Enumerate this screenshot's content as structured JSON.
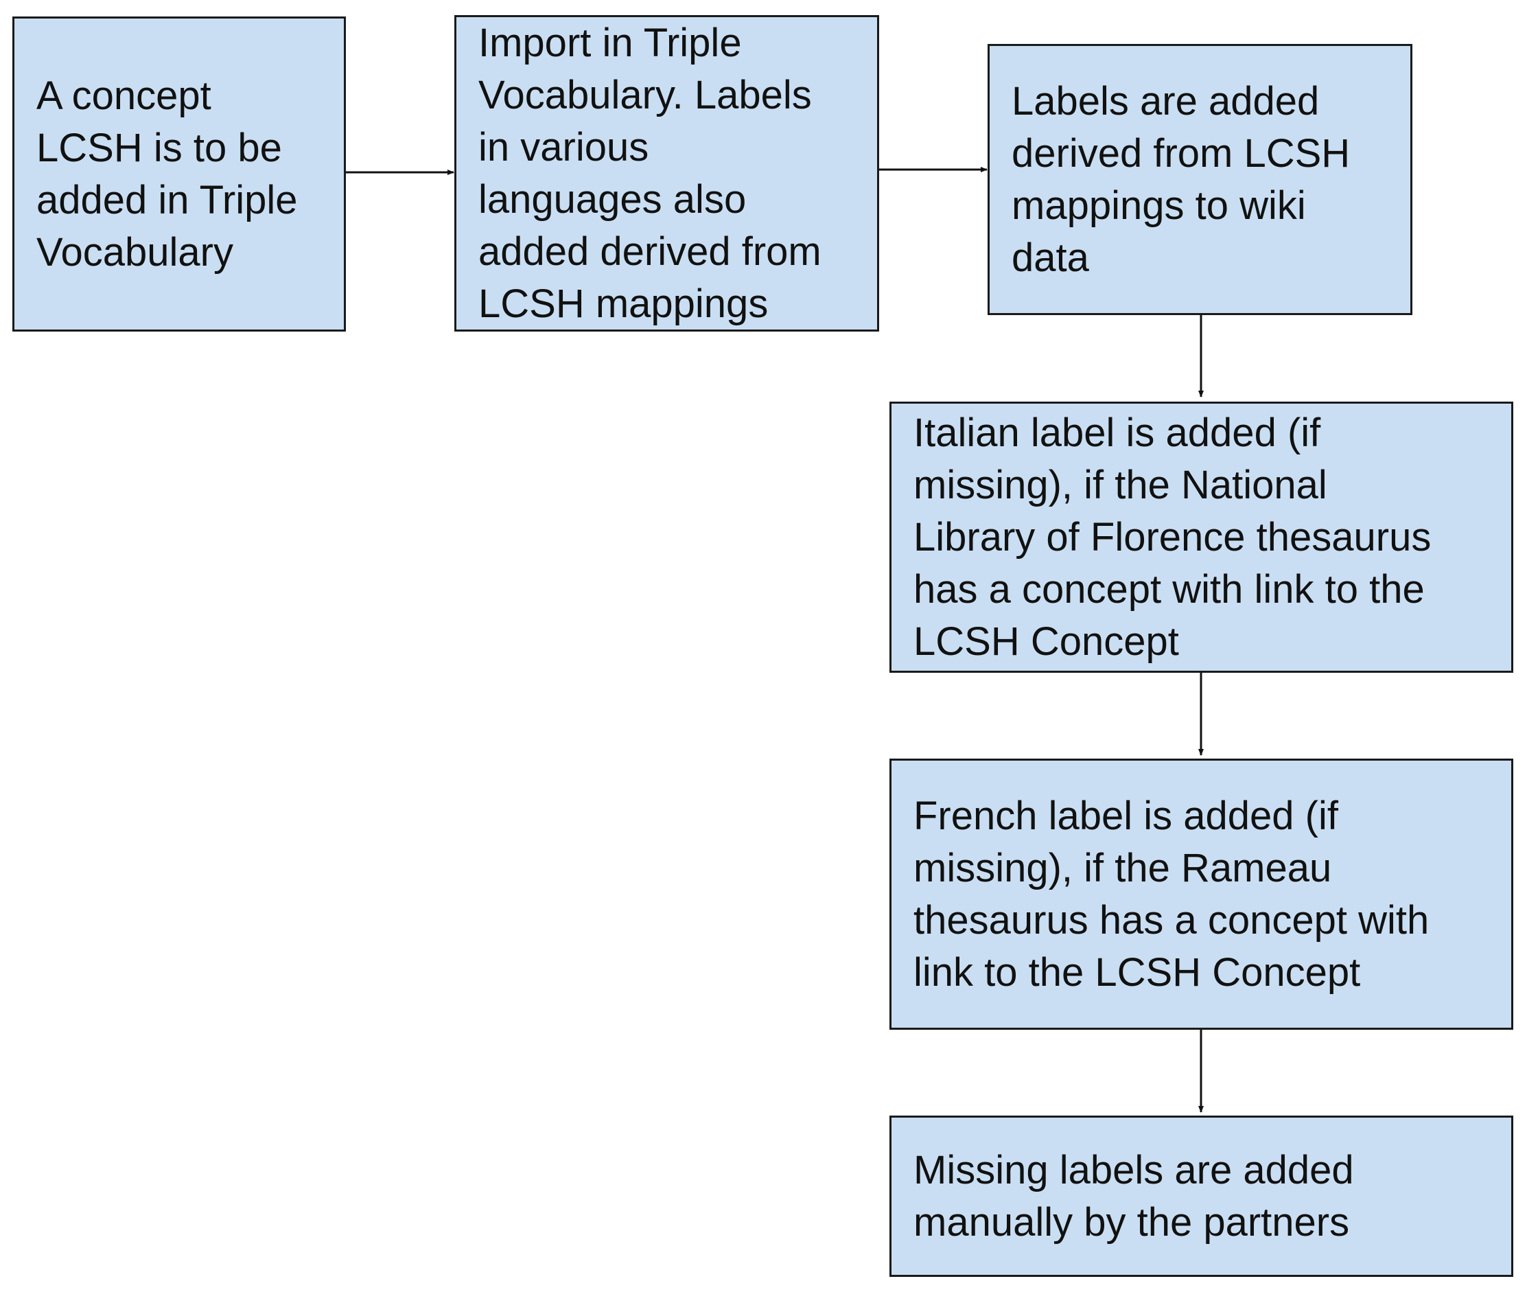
{
  "nodes": [
    {
      "id": "concept-lcsh",
      "lines": [
        "A concept",
        "LCSH is to be",
        "added in Triple",
        "Vocabulary"
      ]
    },
    {
      "id": "import-triple",
      "lines": [
        "Import in Triple",
        "Vocabulary. Labels",
        "in various",
        "languages also",
        "added derived from",
        "LCSH mappings"
      ]
    },
    {
      "id": "labels-wikidata",
      "lines": [
        "Labels are added",
        "derived from LCSH",
        "mappings to wiki",
        "data"
      ]
    },
    {
      "id": "italian-label",
      "lines": [
        "Italian label is added (if",
        "missing), if the National",
        "Library of Florence thesaurus",
        "has a concept with link to the",
        "LCSH Concept"
      ]
    },
    {
      "id": "french-label",
      "lines": [
        "French label is added (if",
        "missing), if the Rameau",
        "thesaurus has a concept with",
        "link to the LCSH Concept"
      ]
    },
    {
      "id": "manual-labels",
      "lines": [
        "Missing labels are added",
        "manually by the partners"
      ]
    }
  ],
  "colors": {
    "node_fill": "#c9def2",
    "node_border": "#1a1a1a",
    "text": "#111111",
    "arrow": "#111111"
  }
}
